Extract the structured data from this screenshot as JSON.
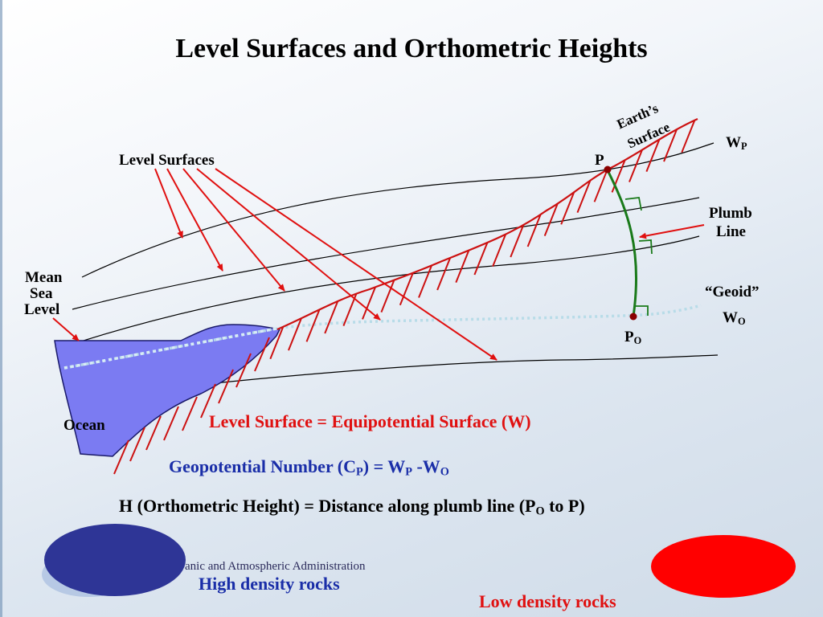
{
  "title": "Level Surfaces and Orthometric Heights",
  "labels": {
    "level_surfaces": "Level Surfaces",
    "earths": "Earth’s",
    "surface": "Surface",
    "p": "P",
    "w": "W",
    "w_p_sub": "P",
    "plumb": "Plumb",
    "line": "Line",
    "geoid": "“Geoid”",
    "w_o_sub": "O",
    "p_o": "P",
    "p_o_sub": "O",
    "mean": "Mean",
    "sea": "Sea",
    "level": "Level",
    "ocean": "Ocean"
  },
  "equations": {
    "eq1": "Level Surface = Equipotential Surface (W)",
    "eq2_a": "Geopotential Number (C",
    "eq2_sub1": "P",
    "eq2_b": ") = W",
    "eq2_sub2": "P",
    "eq2_c": " -W",
    "eq2_sub3": "O",
    "eq3_a": "H (Orthometric Height) = Distance along plumb line (P",
    "eq3_sub": "O",
    "eq3_b": " to P)"
  },
  "footer": {
    "agency_fragment": "anic and Atmospheric Administration",
    "high_density": "High density rocks",
    "low_density": "Low density rocks"
  },
  "colors": {
    "red": "#e01010",
    "terrain": "#cc1111",
    "plumb": "#1a7a1a",
    "ocean": "#7b7bf2",
    "dark_blue": "#2e3596",
    "geoid_dots": "#b8dce8"
  }
}
